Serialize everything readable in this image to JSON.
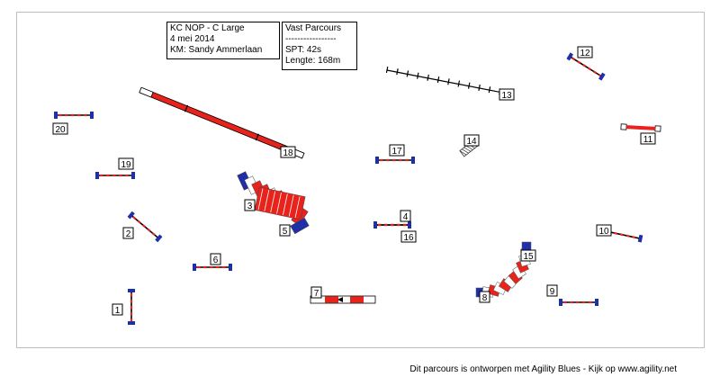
{
  "info": {
    "club": "KC NOP - C Large",
    "date": "4  mei 2014",
    "judge": "KM: Sandy Ammerlaan",
    "course_type": "Vast Parcours",
    "separator": "-----------------",
    "spt": "SPT:  42s",
    "length": "Lengte: 168m"
  },
  "footer": "Dit parcours is ontworpen met Agility Blues - Kijk op www.agility.net",
  "colors": {
    "jump_red": "#e8231c",
    "jump_blue": "#1f2fa8",
    "wall_red": "#e8231c",
    "tunnel_red": "#e8231c",
    "tunnel_blue": "#1f2fa8",
    "weave": "#000000"
  },
  "obstacles": [
    {
      "num": "1",
      "kind": "jump"
    },
    {
      "num": "2",
      "kind": "jump"
    },
    {
      "num": "3",
      "kind": "tunnel"
    },
    {
      "num": "4",
      "kind": "jump"
    },
    {
      "num": "5",
      "kind": "tunnel"
    },
    {
      "num": "6",
      "kind": "jump"
    },
    {
      "num": "7",
      "kind": "wall"
    },
    {
      "num": "8",
      "kind": "tunnel"
    },
    {
      "num": "9",
      "kind": "jump"
    },
    {
      "num": "10",
      "kind": "jump"
    },
    {
      "num": "11",
      "kind": "jump"
    },
    {
      "num": "12",
      "kind": "jump"
    },
    {
      "num": "13",
      "kind": "weave"
    },
    {
      "num": "14",
      "kind": "tire"
    },
    {
      "num": "15",
      "kind": "tunnel"
    },
    {
      "num": "16",
      "kind": "jump"
    },
    {
      "num": "17",
      "kind": "jump"
    },
    {
      "num": "18",
      "kind": "dogwalk"
    },
    {
      "num": "19",
      "kind": "jump"
    },
    {
      "num": "20",
      "kind": "jump"
    }
  ]
}
